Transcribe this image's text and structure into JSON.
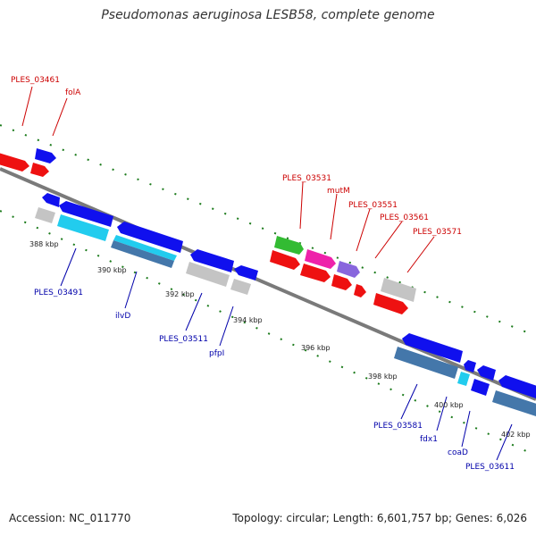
{
  "title": "Pseudomonas aeruginosa LESB58, complete genome",
  "footer": {
    "accession": "Accession: NC_011770",
    "summary": "Topology: circular; Length: 6,601,757 bp; Genes: 6,026"
  },
  "colors": {
    "backbone": "#7a7a7a",
    "tick_dots": "#1a7a1a",
    "plus_label": "#cc0000",
    "minus_label": "#0000aa",
    "red": "#ee1111",
    "blue": "#1010ee",
    "grey": "#c4c4c4",
    "cyan": "#22ccee",
    "steel": "#4477aa",
    "green": "#33bb33",
    "magenta": "#ee22aa",
    "purple": "#8866dd"
  },
  "ticks": [
    "388 kbp",
    "390 kbp",
    "392 kbp",
    "394 kbp",
    "396 kbp",
    "398 kbp",
    "400 kbp",
    "402 kbp"
  ],
  "plus_labels": [
    "PLES_03461",
    "folA",
    "PLES_03531",
    "mutM",
    "PLES_03551",
    "PLES_03561",
    "PLES_03571"
  ],
  "minus_labels": [
    "PLES_03491",
    "ilvD",
    "PLES_03511",
    "pfpI",
    "PLES_03581",
    "fdx1",
    "coaD",
    "PLES_03611"
  ]
}
